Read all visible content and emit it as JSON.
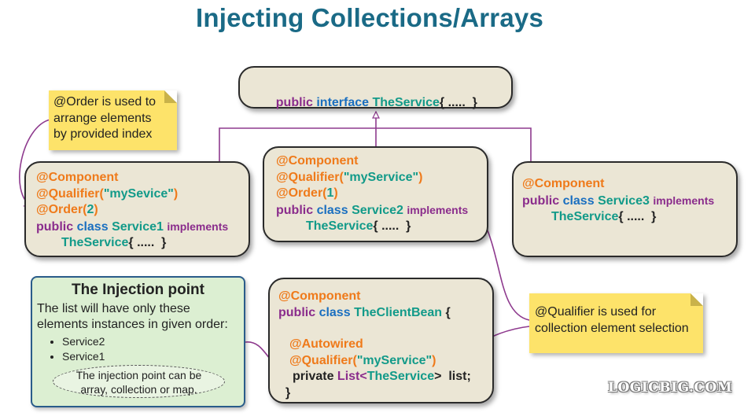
{
  "title": "Injecting Collections/Arrays",
  "interface_box": {
    "kw": "public",
    "iface": "interface",
    "name": "TheService",
    "rest": "{ .....  }"
  },
  "service1": {
    "ann_component": "@Component",
    "ann_qualifier": "@Qualifier(",
    "qualifier_value": "\"mySevice\"",
    "paren_close": ")",
    "ann_order": "@Order(",
    "order_value": "2",
    "kw_public": "public",
    "kw_class": "class",
    "class_name": "Service1",
    "kw_implements": "implements",
    "iface_name": "TheService",
    "body": "{ .....  }"
  },
  "service2": {
    "ann_component": "@Component",
    "ann_qualifier": "@Qualifier(",
    "qualifier_value": "\"myService\"",
    "paren_close": ")",
    "ann_order": "@Order(",
    "order_value": "1",
    "kw_public": "public",
    "kw_class": "class",
    "class_name": "Service2",
    "kw_implements": "implements",
    "iface_name": "TheService",
    "body": "{ .....  }"
  },
  "service3": {
    "ann_component": "@Component",
    "kw_public": "public",
    "kw_class": "class",
    "class_name": "Service3",
    "kw_implements": "implements",
    "iface_name": "TheService",
    "body": "{ .....  }"
  },
  "client": {
    "ann_component": "@Component",
    "kw_public": "public",
    "kw_class": "class",
    "class_name": "TheClientBean",
    "brace_open": "{",
    "ann_autowired": "@Autowired",
    "ann_qualifier": "@Qualifier(",
    "qualifier_value": "\"myService\"",
    "paren_close": ")",
    "field_mod": "private",
    "field_type": "List<",
    "field_generic": "TheService",
    "field_rest": ">  list;",
    "brace_close": "}"
  },
  "note_order": {
    "lines": [
      "@Order is used to",
      "arrange elements",
      "by provided index"
    ]
  },
  "note_qualifier": {
    "lines": [
      "@Qualifier is used for",
      "collection element selection"
    ]
  },
  "injection_point": {
    "heading": "The Injection point",
    "desc_lines": [
      "The list will have only these",
      "elements instances in given order:"
    ],
    "items": [
      "Service2",
      "Service1"
    ],
    "oval_lines": [
      "The injection point can be",
      "array, collection or map."
    ]
  },
  "logo": "LOGICBIG.COM",
  "colors": {
    "title": "#1a6a86",
    "annotation": "#ef7a1a",
    "keyword": "#8a2c8c",
    "class_keyword": "#1a6fc0",
    "type_name": "#129a89",
    "box_fill": "#ebe6d5",
    "note_fill": "#fde36a",
    "injection_fill": "#dcefd2",
    "connector": "#8e3a8e"
  }
}
